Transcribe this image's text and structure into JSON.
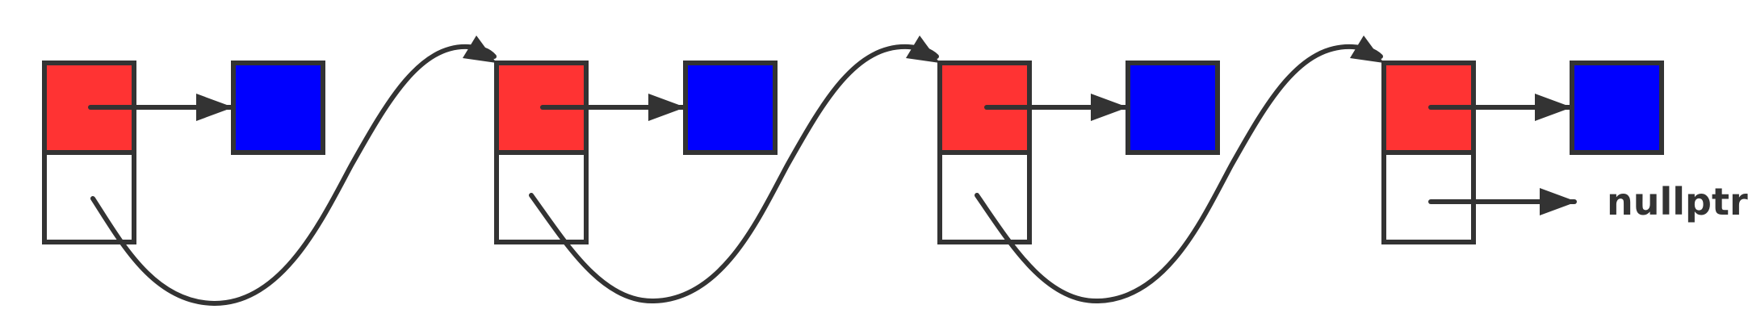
{
  "diagram": {
    "type": "singly-linked-list",
    "colors": {
      "node_data_cell": "#ff3333",
      "value_box": "#0000ff",
      "next_cell": "#ffffff",
      "outline": "#333333",
      "background": "#ffffff"
    },
    "nodes": [
      {
        "next": "node-2"
      },
      {
        "next": "node-3"
      },
      {
        "next": "node-4"
      },
      {
        "next": "nullptr"
      }
    ],
    "terminator_label": "nullptr"
  }
}
